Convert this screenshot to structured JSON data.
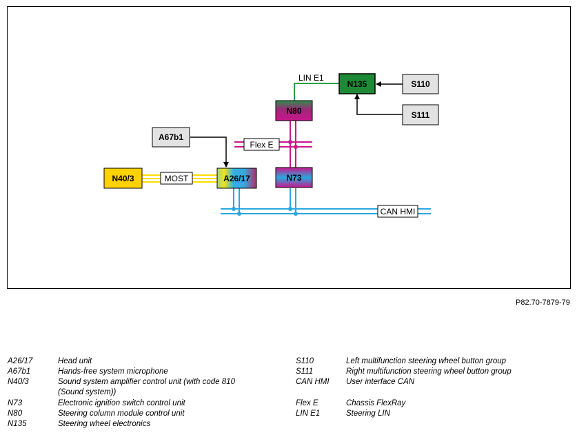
{
  "diagram": {
    "nodes": {
      "n135": "N135",
      "s110": "S110",
      "s111": "S111",
      "n80": "N80",
      "a67b1": "A67b1",
      "n73": "N73",
      "n40_3": "N40/3",
      "a26_17": "A26/17"
    },
    "bus_labels": {
      "lin": "LIN E1",
      "flex": "Flex E",
      "most": "MOST",
      "can": "CAN HMI"
    }
  },
  "reference": "P82.70-7879-79",
  "legend": {
    "left": [
      {
        "code": "A26/17",
        "desc": "Head unit"
      },
      {
        "code": "A67b1",
        "desc": "Hands-free system microphone"
      },
      {
        "code": "N40/3",
        "desc": "Sound system amplifier control unit (with code 810"
      },
      {
        "code": "",
        "desc": "(Sound system))"
      },
      {
        "code": "N73",
        "desc": "Electronic ignition switch control unit"
      },
      {
        "code": "N80",
        "desc": "Steering column module control unit"
      },
      {
        "code": "N135",
        "desc": "Steering wheel electronics"
      }
    ],
    "right": [
      {
        "code": "S110",
        "desc": "Left multifunction steering wheel button group"
      },
      {
        "code": "S111",
        "desc": "Right multifunction steering wheel button group"
      },
      {
        "code": "CAN HMI",
        "desc": "User interface CAN"
      },
      {
        "code": "Flex E",
        "desc": "Chassis FlexRay"
      },
      {
        "code": "LIN E1",
        "desc": "Steering LIN"
      }
    ]
  },
  "colors": {
    "can": "#29a8e0",
    "flex": "#c8168c",
    "most": "#ffdd00",
    "lin": "#2e9e44",
    "n135_fill": "#1e8a36",
    "n40_fill": "#ffd200",
    "gray_fill": "#e2e2e2"
  }
}
